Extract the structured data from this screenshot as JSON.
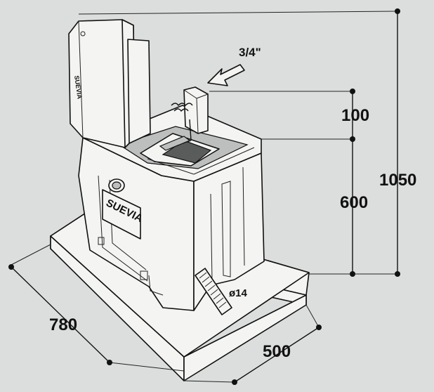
{
  "dimensions": {
    "total_height": "1050",
    "trough_height": "600",
    "top_offset": "100",
    "depth": "780",
    "width": "500",
    "drain": "ø14",
    "inlet": "3/4\""
  },
  "brand": {
    "front_label": "SUEVIA",
    "lid_label": "SUEVIA"
  },
  "colors": {
    "background": "#dcdedd",
    "line": "#111111",
    "body_fill": "#f4f4f2"
  }
}
